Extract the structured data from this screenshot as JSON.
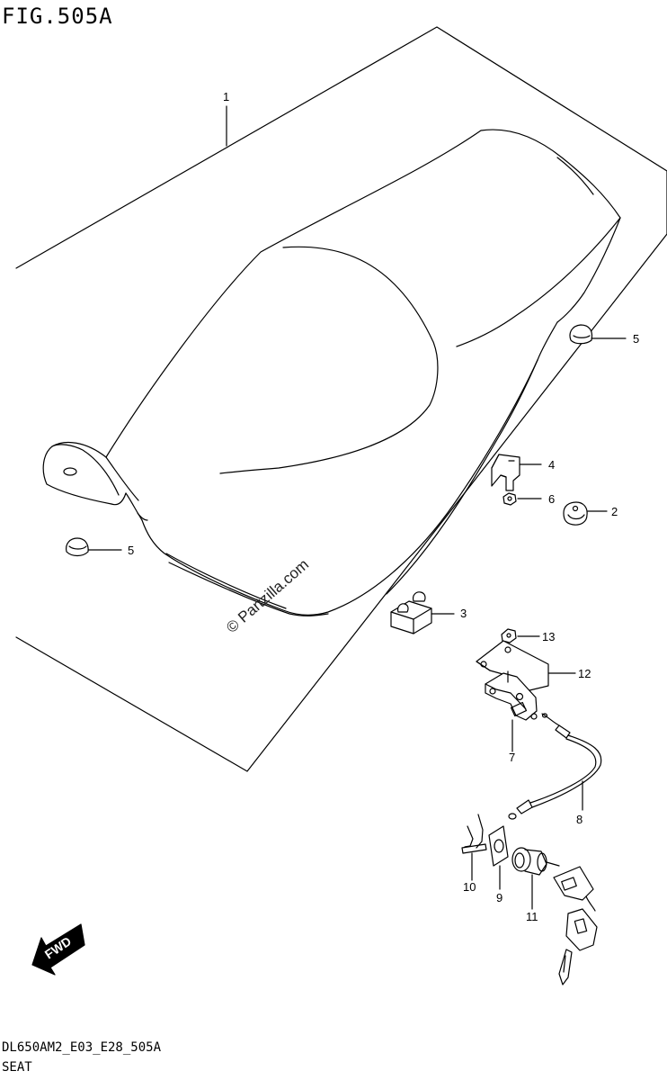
{
  "figure_title": "FIG.505A",
  "footer": {
    "code": "DL650AM2_E03_E28_505A",
    "name": "SEAT"
  },
  "watermark": "© Partzilla.com",
  "fwd_label": "FWD",
  "callouts": {
    "c1": "1",
    "c2": "2",
    "c3": "3",
    "c4": "4",
    "c5a": "5",
    "c5b": "5",
    "c6": "6",
    "c7": "7",
    "c8": "8",
    "c9": "9",
    "c10": "10",
    "c11": "11",
    "c12": "12",
    "c13": "13"
  }
}
